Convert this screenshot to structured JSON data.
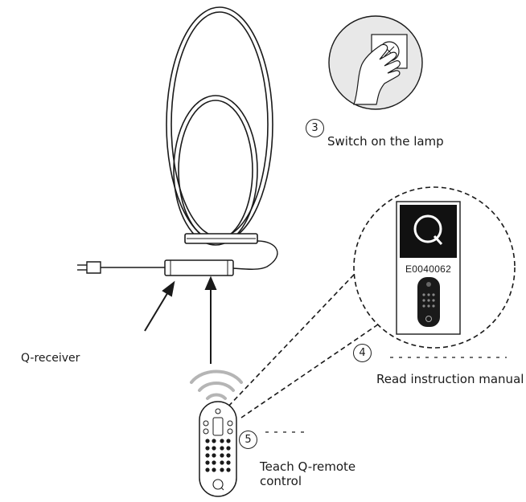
{
  "steps": {
    "switch_on": {
      "number": "3",
      "label": "Switch on the lamp"
    },
    "read_manual": {
      "number": "4",
      "label": "Read instruction manual"
    },
    "teach_remote": {
      "number": "5",
      "label": "Teach Q-remote\ncontrol"
    }
  },
  "receiver_label": "Q-receiver",
  "manual": {
    "product_code": "E0040062",
    "logo_letter": "Q"
  },
  "remote": {
    "logo_letter": "Q"
  }
}
